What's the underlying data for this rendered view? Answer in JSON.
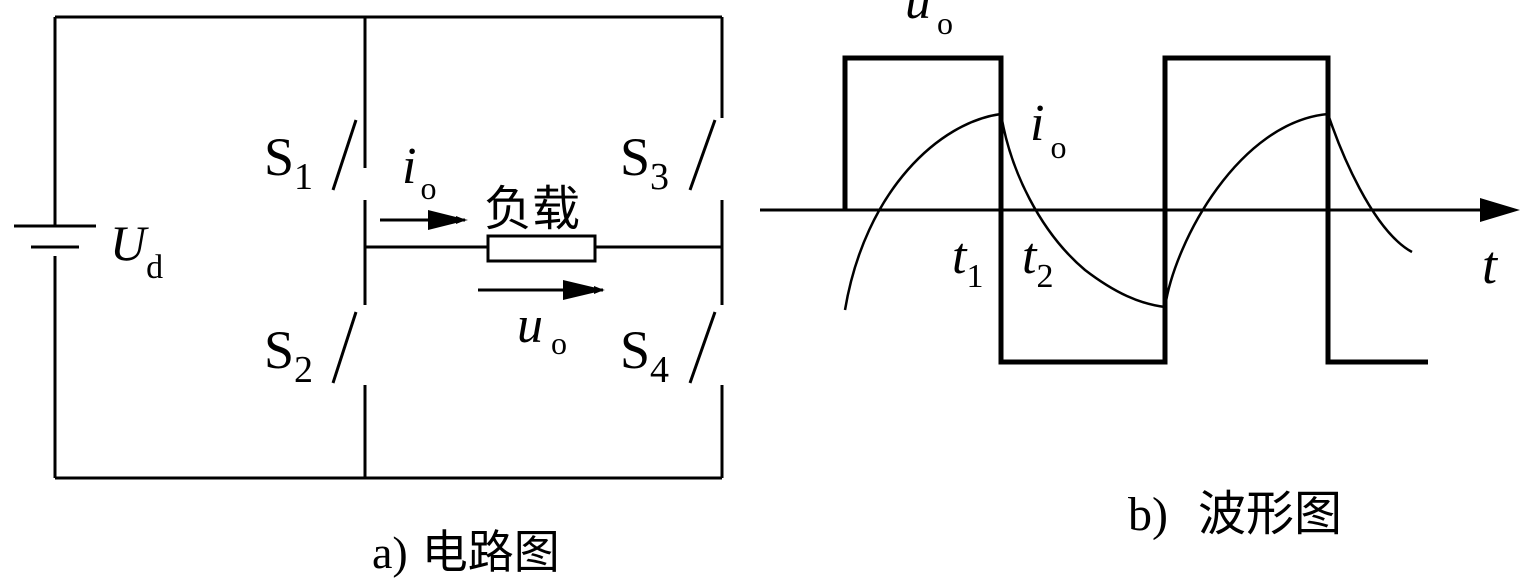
{
  "circuit": {
    "switches": [
      {
        "label": "S",
        "sub": "1"
      },
      {
        "label": "S",
        "sub": "2"
      },
      {
        "label": "S",
        "sub": "3"
      },
      {
        "label": "S",
        "sub": "4"
      }
    ],
    "source": {
      "label": "U",
      "sub": "d"
    },
    "current": {
      "label": "i",
      "sub": "o"
    },
    "voltage": {
      "label": "u",
      "sub": "o"
    },
    "load_label": "负载",
    "caption": {
      "letter": "a)",
      "text": "电路图"
    }
  },
  "waveform": {
    "voltage": {
      "label": "u",
      "sub": "o"
    },
    "current": {
      "label": "i",
      "sub": "o"
    },
    "t1": {
      "label": "t",
      "sub": "1"
    },
    "t2": {
      "label": "t",
      "sub": "2"
    },
    "axis": {
      "label": "t"
    },
    "caption": {
      "letter": "b)",
      "text": "波形图"
    }
  }
}
